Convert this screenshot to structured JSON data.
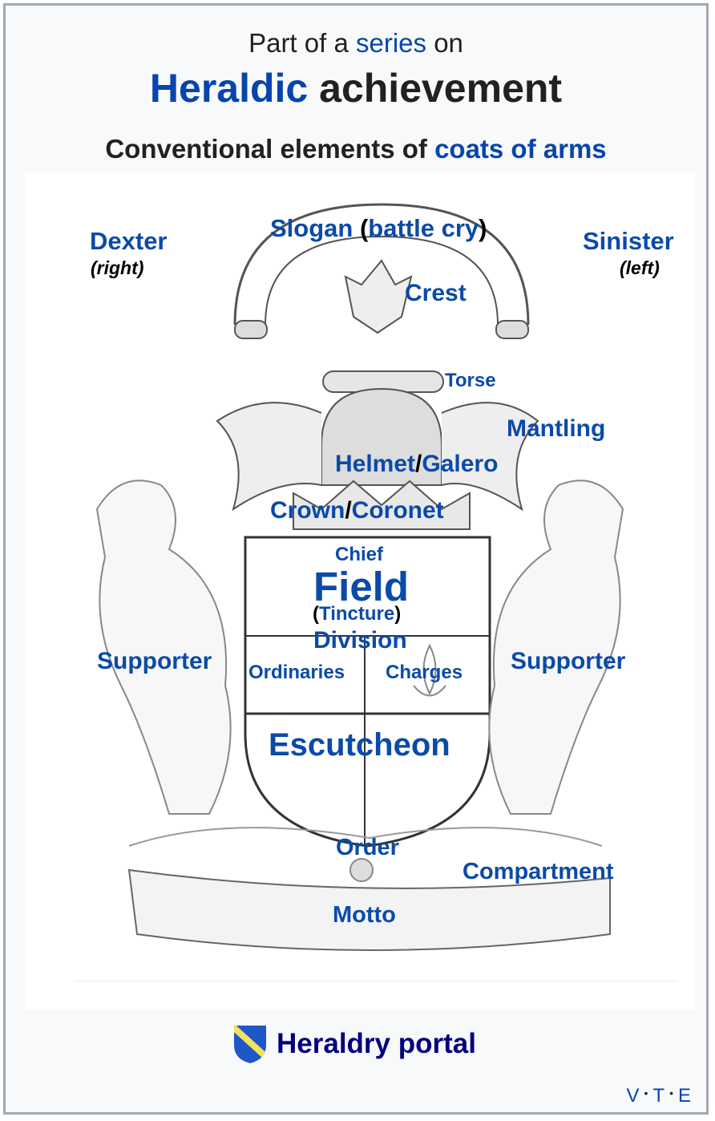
{
  "header": {
    "pre_text": "Part of a",
    "series_link": "series",
    "post_text": "on",
    "title_link": "Heraldic",
    "title_rest": "achievement",
    "subtitle_text": "Conventional elements of",
    "subtitle_link": "coats of arms"
  },
  "diagram": {
    "dexter": "Dexter",
    "dexter_note": "(right)",
    "sinister": "Sinister",
    "sinister_note": "(left)",
    "slogan": "Slogan",
    "battle_cry": "battle cry",
    "crest": "Crest",
    "torse": "Torse",
    "mantling": "Mantling",
    "helmet": "Helmet",
    "galero": "Galero",
    "crown": "Crown",
    "coronet": "Coronet",
    "chief": "Chief",
    "field": "Field",
    "tincture": "Tincture",
    "division": "Division",
    "supporter_left": "Supporter",
    "supporter_right": "Supporter",
    "ordinaries": "Ordinaries",
    "charges": "Charges",
    "escutcheon": "Escutcheon",
    "order": "Order",
    "compartment": "Compartment",
    "motto": "Motto"
  },
  "footer": {
    "portal_label": "Heraldry portal",
    "vte": [
      "V",
      "T",
      "E"
    ]
  },
  "colors": {
    "link": "#0645ad",
    "label": "#0b4aa8",
    "portal": "#000080"
  }
}
